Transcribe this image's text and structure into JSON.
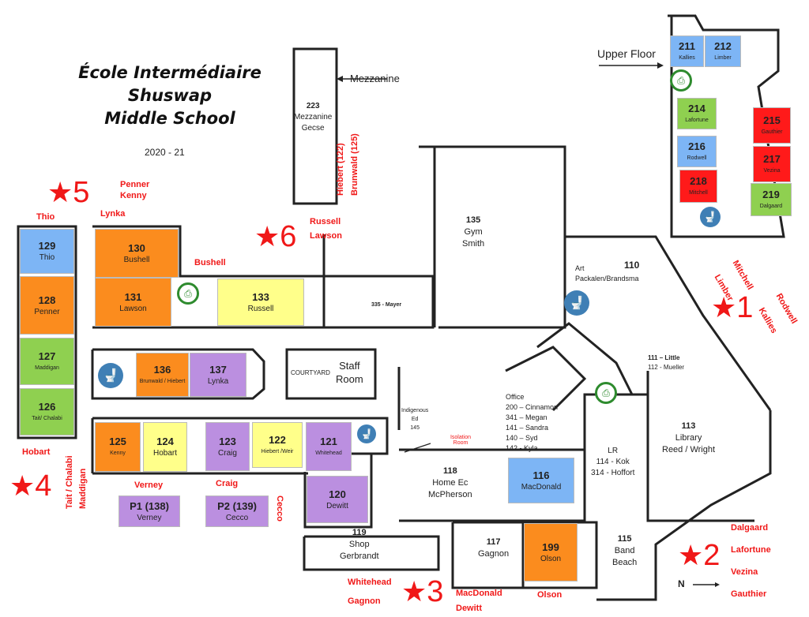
{
  "title": [
    "École Intermédiaire",
    "Shuswap",
    "Middle School"
  ],
  "year": "2020 - 21",
  "upper_floor_label": "Upper Floor",
  "mezzanine_label": "Mezzanine",
  "north_label": "N",
  "colors": {
    "orange": "#fb8c1e",
    "blue": "#7db5f5",
    "green": "#8fd050",
    "yellow": "#ffff8a",
    "purple": "#bb8fe0",
    "red": "#ff1a1a",
    "accent": "#f01818"
  },
  "rooms": [
    {
      "num": "129",
      "name": "Thio",
      "color": "blue"
    },
    {
      "num": "128",
      "name": "Penner",
      "color": "orange"
    },
    {
      "num": "127",
      "name": "Maddigan",
      "color": "green"
    },
    {
      "num": "126",
      "name": "Tait/ Chalabi",
      "color": "green"
    },
    {
      "num": "130",
      "name": "Bushell",
      "color": "orange"
    },
    {
      "num": "131",
      "name": "Lawson",
      "color": "orange"
    },
    {
      "num": "133",
      "name": "Russell",
      "color": "yellow"
    },
    {
      "num": "136",
      "name": "Brunwald / Hiebert",
      "color": "orange"
    },
    {
      "num": "137",
      "name": "Lynka",
      "color": "purple"
    },
    {
      "num": "125",
      "name": "Kenny",
      "color": "orange"
    },
    {
      "num": "124",
      "name": "Hobart",
      "color": "yellow"
    },
    {
      "num": "123",
      "name": "Craig",
      "color": "purple"
    },
    {
      "num": "122",
      "name": "Hiebert /Weir",
      "color": "yellow"
    },
    {
      "num": "121",
      "name": "Whitehead",
      "color": "purple"
    },
    {
      "num": "120",
      "name": "Dewitt",
      "color": "purple"
    },
    {
      "num": "P1 (138)",
      "name": "Verney",
      "color": "purple"
    },
    {
      "num": "P2 (139)",
      "name": "Cecco",
      "color": "purple"
    },
    {
      "num": "116",
      "name": "MacDonald",
      "color": "blue"
    },
    {
      "num": "199",
      "name": "Olson",
      "color": "orange"
    },
    {
      "num": "211",
      "name": "Kallies",
      "color": "blue"
    },
    {
      "num": "212",
      "name": "Limber",
      "color": "blue"
    },
    {
      "num": "214",
      "name": "Lafortune",
      "color": "green"
    },
    {
      "num": "215",
      "name": "Gauthier",
      "color": "red"
    },
    {
      "num": "216",
      "name": "Rodwell",
      "color": "blue"
    },
    {
      "num": "217",
      "name": "Vezina",
      "color": "red"
    },
    {
      "num": "218",
      "name": "Mitchell",
      "color": "red"
    },
    {
      "num": "219",
      "name": "Dalgaard",
      "color": "green"
    }
  ],
  "spaces": [
    {
      "lines": [
        "223",
        "Mezzanine",
        "Gecse"
      ]
    },
    {
      "lines": [
        "135",
        "Gym",
        "Smith"
      ]
    },
    {
      "lines": [
        "335 - Mayer"
      ]
    },
    {
      "lines": [
        "110"
      ]
    },
    {
      "lines": [
        "Art",
        "Packalen/Brandsma"
      ]
    },
    {
      "lines": [
        "111 – Little",
        "112 - Mueller"
      ]
    },
    {
      "lines": [
        "113",
        "Library",
        "Reed / Wright"
      ]
    },
    {
      "lines": [
        "LR",
        "114 - Kok",
        "314 - Hoffort"
      ]
    },
    {
      "lines": [
        "Office",
        "200 – Cinnamon",
        "341 – Megan",
        "141 – Sandra",
        "140 – Syd",
        "142 - Kyla"
      ]
    },
    {
      "lines": [
        "Indigenous",
        "Ed",
        "145"
      ]
    },
    {
      "lines": [
        "118",
        "Home Ec",
        "McPherson"
      ]
    },
    {
      "lines": [
        "117",
        "Gagnon"
      ]
    },
    {
      "lines": [
        "115",
        "Band",
        "Beach"
      ]
    },
    {
      "lines": [
        "119",
        "Shop",
        "Gerbrandt"
      ]
    },
    {
      "lines": [
        "COURTYARD"
      ]
    },
    {
      "lines": [
        "Staff",
        "Room"
      ]
    }
  ],
  "isolation_room": "Isolation Room",
  "muster_points": [
    "1",
    "2",
    "3",
    "4",
    "5",
    "6"
  ],
  "muster_labels": [
    "Mitchell",
    "Limber",
    "Rodwell",
    "Kallies",
    "Dalgaard",
    "Lafortune",
    "Vezina",
    "Gauthier",
    "Whitehead",
    "Gagnon",
    "MacDonald",
    "Dewitt",
    "Olson",
    "Hobart",
    "Tait / Chalabi",
    "Maddigan",
    "Verney",
    "Craig",
    "Cecco",
    "Penner",
    "Kenny",
    "Thio",
    "Lynka",
    "Bushell",
    "Russell",
    "Lawson",
    "Hiebert (122)",
    "Brunwald (125)"
  ]
}
